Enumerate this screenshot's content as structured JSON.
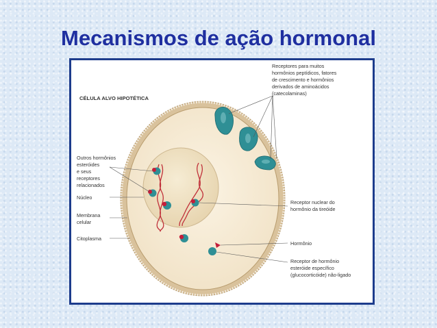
{
  "slide": {
    "title": "Mecanismos de ação hormonal"
  },
  "diagram": {
    "heading": "CÉLULA ALVO HIPOTÉTICA",
    "labels_left": {
      "steroid_receptors": [
        "Outros hormônios",
        "esteróides",
        "e seus",
        "receptores",
        "relacionados"
      ],
      "nucleus": "Núcleo",
      "membrane": [
        "Membrana",
        "celular"
      ],
      "cytoplasm": "Citoplasma"
    },
    "labels_right": {
      "membrane_receptors": [
        "Receptores para muitos",
        "hormônios peptídicos, fatores",
        "de crescimento e hormônios",
        "derivados de aminoácidos",
        "(catecolaminas)"
      ],
      "thyroid_receptor": [
        "Receptor nuclear do",
        "hormônio da tireóide"
      ],
      "hormone": "Hormônio",
      "steroid_receptor_unbound": [
        "Receptor de hormônio",
        "esteróide específico",
        "(glucocorticóide) não-ligado"
      ]
    }
  },
  "colors": {
    "title": "#1f2fa0",
    "frame_border": "#1d3c8c",
    "cytoplasm": "#f6ebd6",
    "nucleus": "#efe1c2",
    "membrane": "#dccaa8",
    "receptor": "#2f8f95",
    "hormone": "#c41e3a",
    "dna": "#c0303a"
  }
}
